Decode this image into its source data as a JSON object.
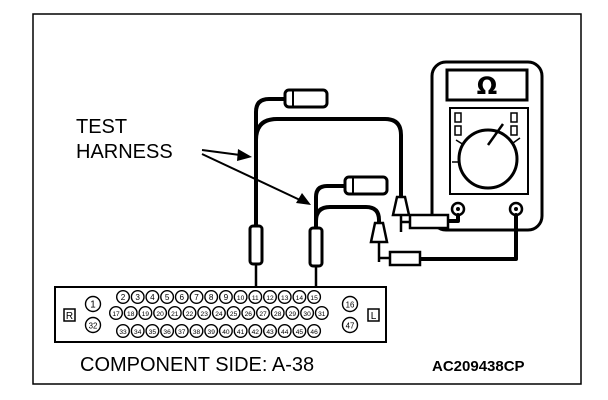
{
  "labels": {
    "harness_line1": "TEST",
    "harness_line2": "HARNESS",
    "caption": "COMPONENT SIDE: A-38",
    "figure_code": "AC209438CP",
    "meter_symbol": "Ω",
    "pin_R": "R",
    "pin_L": "L"
  },
  "connector": {
    "pin_left_top": "1",
    "pin_left_bottom": "32",
    "pin_right_top": "16",
    "pin_right_bottom": "47",
    "row1": [
      "2",
      "3",
      "4",
      "5",
      "6",
      "7",
      "8",
      "9",
      "10",
      "11",
      "12",
      "13",
      "14",
      "15"
    ],
    "row2": [
      "17",
      "18",
      "19",
      "20",
      "21",
      "22",
      "23",
      "24",
      "25",
      "26",
      "27",
      "28",
      "29",
      "30",
      "31"
    ],
    "row3": [
      "33",
      "34",
      "35",
      "36",
      "37",
      "38",
      "39",
      "40",
      "41",
      "42",
      "43",
      "44",
      "45",
      "46"
    ]
  },
  "colors": {
    "ink": "#000000",
    "paper": "#ffffff"
  }
}
